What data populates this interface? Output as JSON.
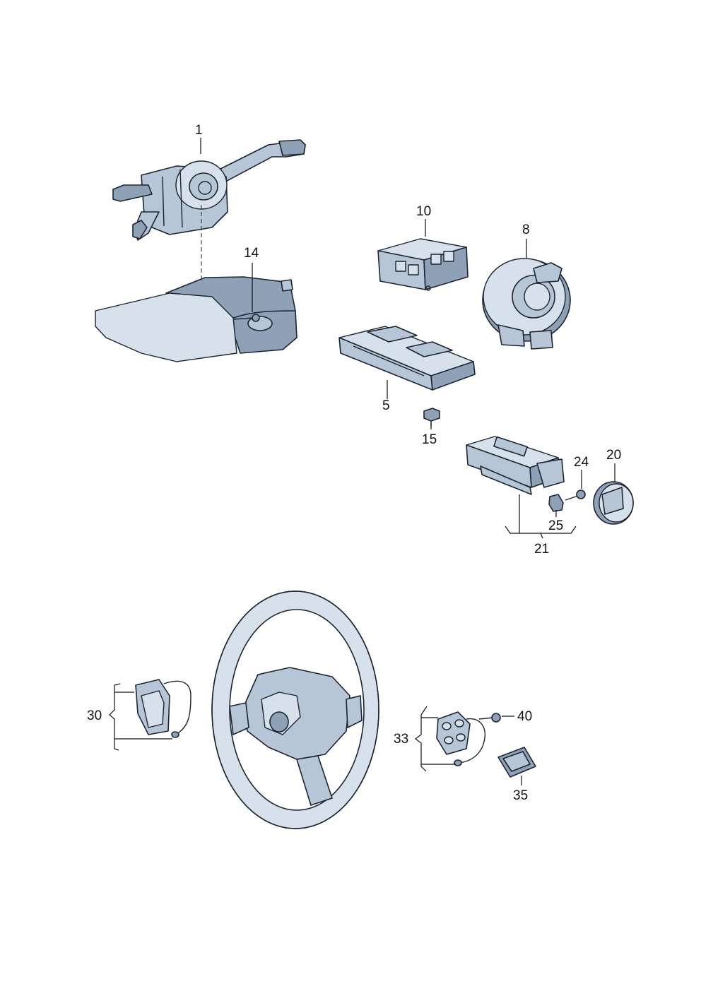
{
  "callouts": {
    "p1": "1",
    "p5": "5",
    "p8": "8",
    "p10": "10",
    "p14": "14",
    "p15": "15",
    "p20": "20",
    "p21": "21",
    "p24": "24",
    "p25": "25",
    "p30": "30",
    "p33": "33",
    "p35": "35",
    "p40": "40"
  },
  "colors": {
    "part_fill": "#b7c6d6",
    "part_dark": "#8ea1b6",
    "part_light": "#d7e1eb",
    "line": "#1b2430"
  }
}
